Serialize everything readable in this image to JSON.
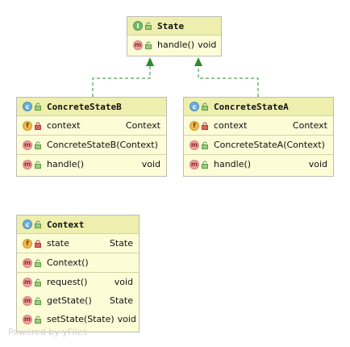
{
  "colors": {
    "box_fill": "#fcfcd7",
    "header_fill": "#eeeeae",
    "border": "#bdbdb2",
    "arrow": "#2f8a2f",
    "class_badge": "#6aafd9",
    "interface_badge": "#75b96a",
    "field_badge": "#f2b84c",
    "method_badge": "#f1a1a1"
  },
  "icons": {
    "class": "class-icon",
    "interface": "interface-icon",
    "field": "field-icon",
    "method": "method-icon",
    "public": "public-visibility-icon",
    "private": "private-lock-icon"
  },
  "badges": {
    "class": "c",
    "interface": "I",
    "field": "f",
    "method": "m"
  },
  "diagram": {
    "state": {
      "name": "State",
      "kind": "interface",
      "methods": [
        {
          "name": "handle()",
          "type": "void"
        }
      ]
    },
    "concrete_b": {
      "name": "ConcreteStateB",
      "kind": "class",
      "fields": [
        {
          "name": "context",
          "type": "Context",
          "visibility": "private"
        }
      ],
      "constructors": [
        {
          "name": "ConcreteStateB(Context)"
        }
      ],
      "methods": [
        {
          "name": "handle()",
          "type": "void"
        }
      ]
    },
    "concrete_a": {
      "name": "ConcreteStateA",
      "kind": "class",
      "fields": [
        {
          "name": "context",
          "type": "Context",
          "visibility": "private"
        }
      ],
      "constructors": [
        {
          "name": "ConcreteStateA(Context)"
        }
      ],
      "methods": [
        {
          "name": "handle()",
          "type": "void"
        }
      ]
    },
    "context": {
      "name": "Context",
      "kind": "class",
      "fields": [
        {
          "name": "state",
          "type": "State",
          "visibility": "private"
        }
      ],
      "constructors": [
        {
          "name": "Context()"
        }
      ],
      "methods": [
        {
          "name": "request()",
          "type": "void"
        },
        {
          "name": "getState()",
          "type": "State"
        },
        {
          "name": "setState(State)",
          "type": "void"
        }
      ]
    },
    "relations": [
      {
        "from": "ConcreteStateB",
        "to": "State",
        "kind": "implements"
      },
      {
        "from": "ConcreteStateA",
        "to": "State",
        "kind": "implements"
      }
    ]
  },
  "watermark": "Powered by yFiles"
}
